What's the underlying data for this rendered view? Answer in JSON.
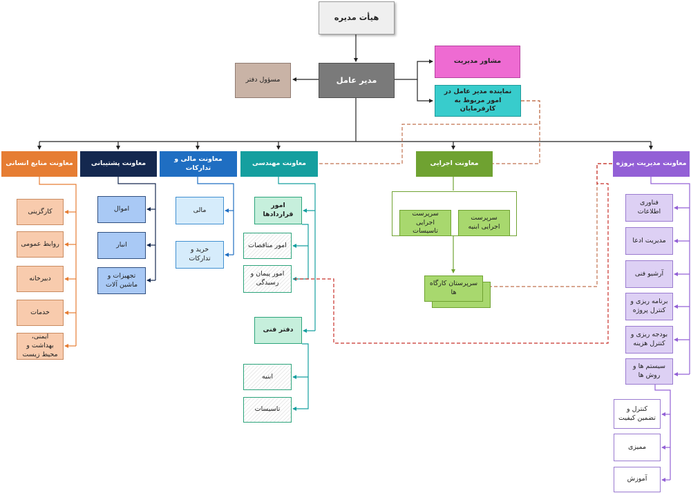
{
  "board": "هیأت مدیره",
  "ceo": "مدیر عامل",
  "office_manager": "مسؤول دفتر",
  "mgmt_advisor": "مشاور مدیریت",
  "client_rep": "نماینده مدیر عامل در امور مربوط به کارفرمایان",
  "deputies": {
    "hr": "معاونت منابع انسانی",
    "support": "معاونت پشتیبانی",
    "finance": "معاونت مالی و تدارکات",
    "engineering": "معاونت مهندسی",
    "executive": "معاونت اجرایی",
    "project_mgmt": "معاونت مدیریت پروژه"
  },
  "hr_units": [
    "کارگزینی",
    "روابط عمومی",
    "دبیرخانه",
    "خدمات",
    "ایمنی، بهداشت و محیط زیست"
  ],
  "support_units": [
    "اموال",
    "انبار",
    "تجهیزات و ماشین آلات"
  ],
  "finance_units": [
    "مالی",
    "خرید و تدارکات"
  ],
  "engineering_units": {
    "contracts": "امور قراردادها",
    "tenders": "امور مناقصات",
    "contracting": "امور پیمان و رسیدگی",
    "technical_office": "دفتر فنی",
    "building": "ابنیه",
    "installations": "تاسیسات"
  },
  "executive_units": {
    "installations_supervisor": "سرپرست اجرایی تاسیسات",
    "building_supervisor": "سرپرست اجرایی ابنیه",
    "site_supervisors": "سرپرستان کارگاه ها"
  },
  "project_units": [
    "فناوری اطلاعات",
    "مدیریت ادعا",
    "آرشیو فنی",
    "برنامه ریزی و کنترل پروژه",
    "بودجه ریزی و کنترل هزینه",
    "سیستم ها و روش ها"
  ],
  "systems_units": [
    "کنترل و تضمین کیفیت",
    "ممیزی",
    "آموزش"
  ],
  "colors": {
    "board": "#efefef",
    "ceo": "#7a7a7a",
    "office": "#c9b3a6",
    "advisor": "#ee6bd2",
    "rep": "#38cccc",
    "hr": "#e67d33",
    "support": "#14284f",
    "finance": "#1f6ec2",
    "engineering": "#159f9f",
    "executive": "#6fa231",
    "project": "#9360d6"
  }
}
